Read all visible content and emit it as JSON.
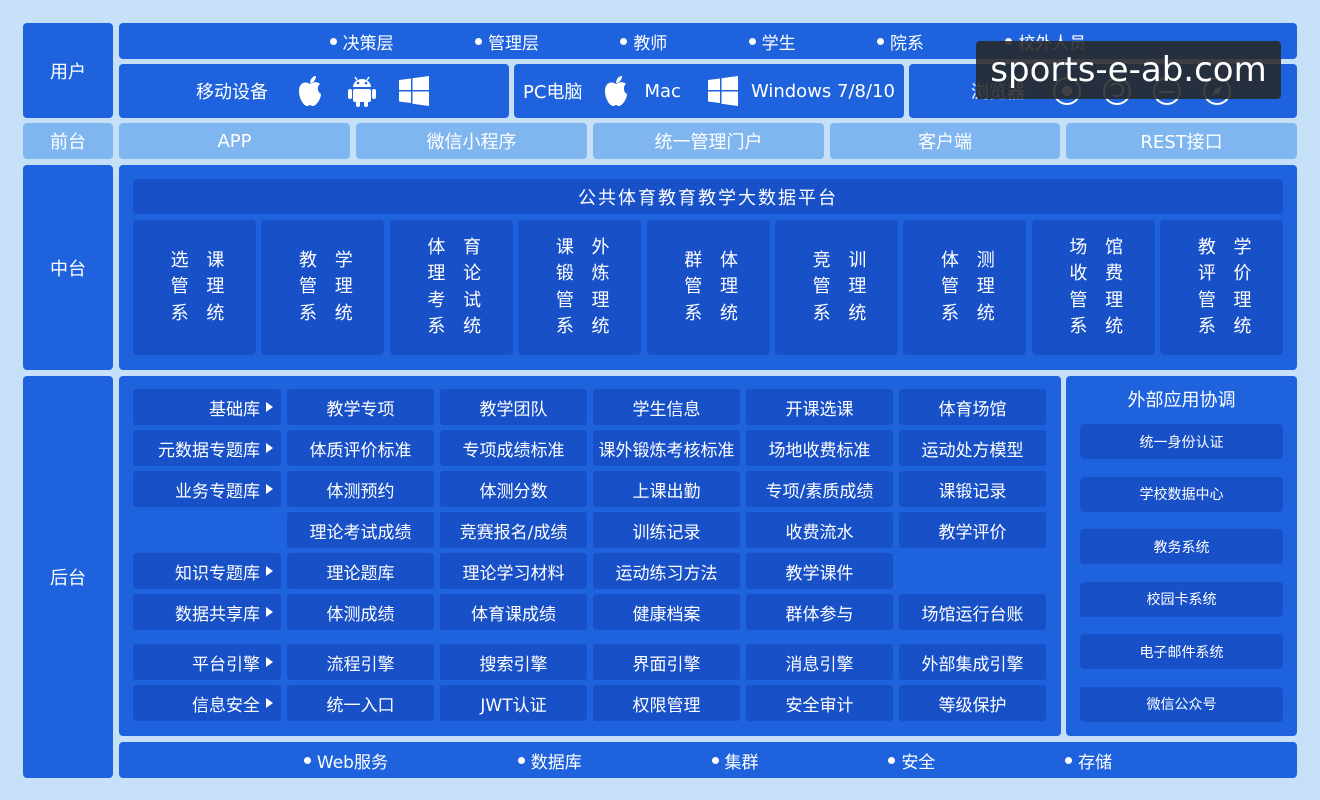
{
  "labels": {
    "user": "用户",
    "front": "前台",
    "middle": "中台",
    "back": "后台"
  },
  "users": [
    "决策层",
    "管理层",
    "教师",
    "学生",
    "院系",
    "校外人员"
  ],
  "devices": {
    "mobile_label": "移动设备",
    "pc_label": "PC电脑",
    "mac_label": "Mac",
    "windows_label": "Windows 7/8/10",
    "browser_label": "浏览器"
  },
  "frontends": [
    "APP",
    "微信小程序",
    "统一管理门户",
    "客户端",
    "REST接口"
  ],
  "platform_title": "公共体育教育教学大数据平台",
  "systems": [
    [
      "选 课",
      "管 理",
      "系 统"
    ],
    [
      "教 学",
      "管 理",
      "系 统"
    ],
    [
      "体 育",
      "理 论",
      "考 试",
      "系 统"
    ],
    [
      "课 外",
      "锻 炼",
      "管 理",
      "系 统"
    ],
    [
      "群 体",
      "管 理",
      "系 统"
    ],
    [
      "竞 训",
      "管 理",
      "系 统"
    ],
    [
      "体 测",
      "管 理",
      "系 统"
    ],
    [
      "场 馆",
      "收 费",
      "管 理",
      "系 统"
    ],
    [
      "教 学",
      "评 价",
      "管 理",
      "系 统"
    ]
  ],
  "backend_rows": [
    {
      "label": "基础库",
      "cells": [
        "教学专项",
        "教学团队",
        "学生信息",
        "开课选课",
        "体育场馆"
      ]
    },
    {
      "label": "元数据专题库",
      "cells": [
        "体质评价标准",
        "专项成绩标准",
        "课外锻炼考核标准",
        "场地收费标准",
        "运动处方模型"
      ]
    },
    {
      "label": "业务专题库",
      "cells": [
        "体测预约",
        "体测分数",
        "上课出勤",
        "专项/素质成绩",
        "课锻记录"
      ]
    },
    {
      "label": "",
      "cells": [
        "理论考试成绩",
        "竞赛报名/成绩",
        "训练记录",
        "收费流水",
        "教学评价"
      ]
    },
    {
      "label": "知识专题库",
      "cells": [
        "理论题库",
        "理论学习材料",
        "运动练习方法",
        "教学课件",
        ""
      ]
    },
    {
      "label": "数据共享库",
      "cells": [
        "体测成绩",
        "体育课成绩",
        "健康档案",
        "群体参与",
        "场馆运行台账"
      ]
    },
    {
      "label": "平台引擎",
      "cells": [
        "流程引擎",
        "搜索引擎",
        "界面引擎",
        "消息引擎",
        "外部集成引擎"
      ]
    },
    {
      "label": "信息安全",
      "cells": [
        "统一入口",
        "JWT认证",
        "权限管理",
        "安全审计",
        "等级保护"
      ]
    }
  ],
  "external": {
    "title": "外部应用协调",
    "items": [
      "统一身份认证",
      "学校数据中心",
      "教务系统",
      "校园卡系统",
      "电子邮件系统",
      "微信公众号"
    ]
  },
  "infrastructure": [
    "Web服务",
    "数据库",
    "集群",
    "安全",
    "存储"
  ],
  "watermark": "sports-e-ab.com"
}
